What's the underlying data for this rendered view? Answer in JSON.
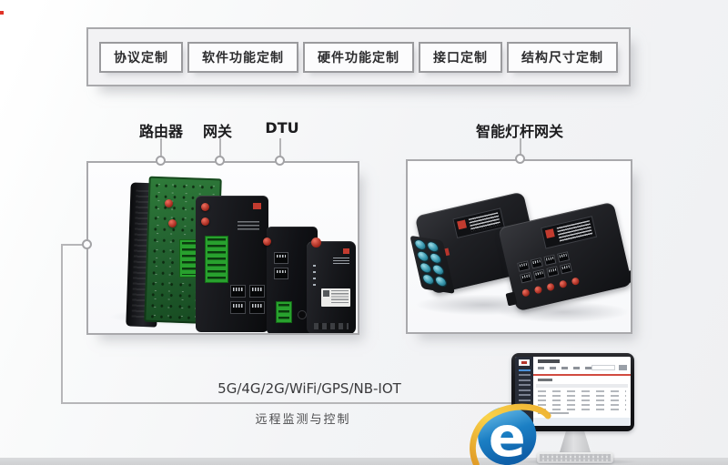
{
  "title_panel": {
    "buttons": [
      {
        "label": "协议定制"
      },
      {
        "label": "软件功能定制"
      },
      {
        "label": "硬件功能定制"
      },
      {
        "label": "接口定制"
      },
      {
        "label": "结构尺寸定制"
      }
    ]
  },
  "device_groups": {
    "left": {
      "labels": [
        {
          "text": "路由器"
        },
        {
          "text": "网关"
        },
        {
          "text": "DTU"
        }
      ]
    },
    "right": {
      "label": "智能灯杆网关"
    }
  },
  "connectivity": {
    "protocols": "5G/4G/2G/WiFi/GPS/NB-IOT",
    "caption": "远程监测与控制"
  },
  "icons": {
    "browser_glyph": "e",
    "browser": "ie-e-swirl-icon",
    "computer": "desktop-monitor-dashboard-icon",
    "keyboard": "keyboard-icon"
  },
  "colors": {
    "box_border": "#a9a9ac",
    "connector_line": "#b6b6b8",
    "device_black": "#141518",
    "terminal_green": "#28a12e",
    "antenna_red": "#c0392b",
    "aviation_teal": "#3796ad",
    "ie_blue": "#1b7fc4",
    "ie_gold": "#f0b43c",
    "screen_accent": "#d14b40"
  }
}
